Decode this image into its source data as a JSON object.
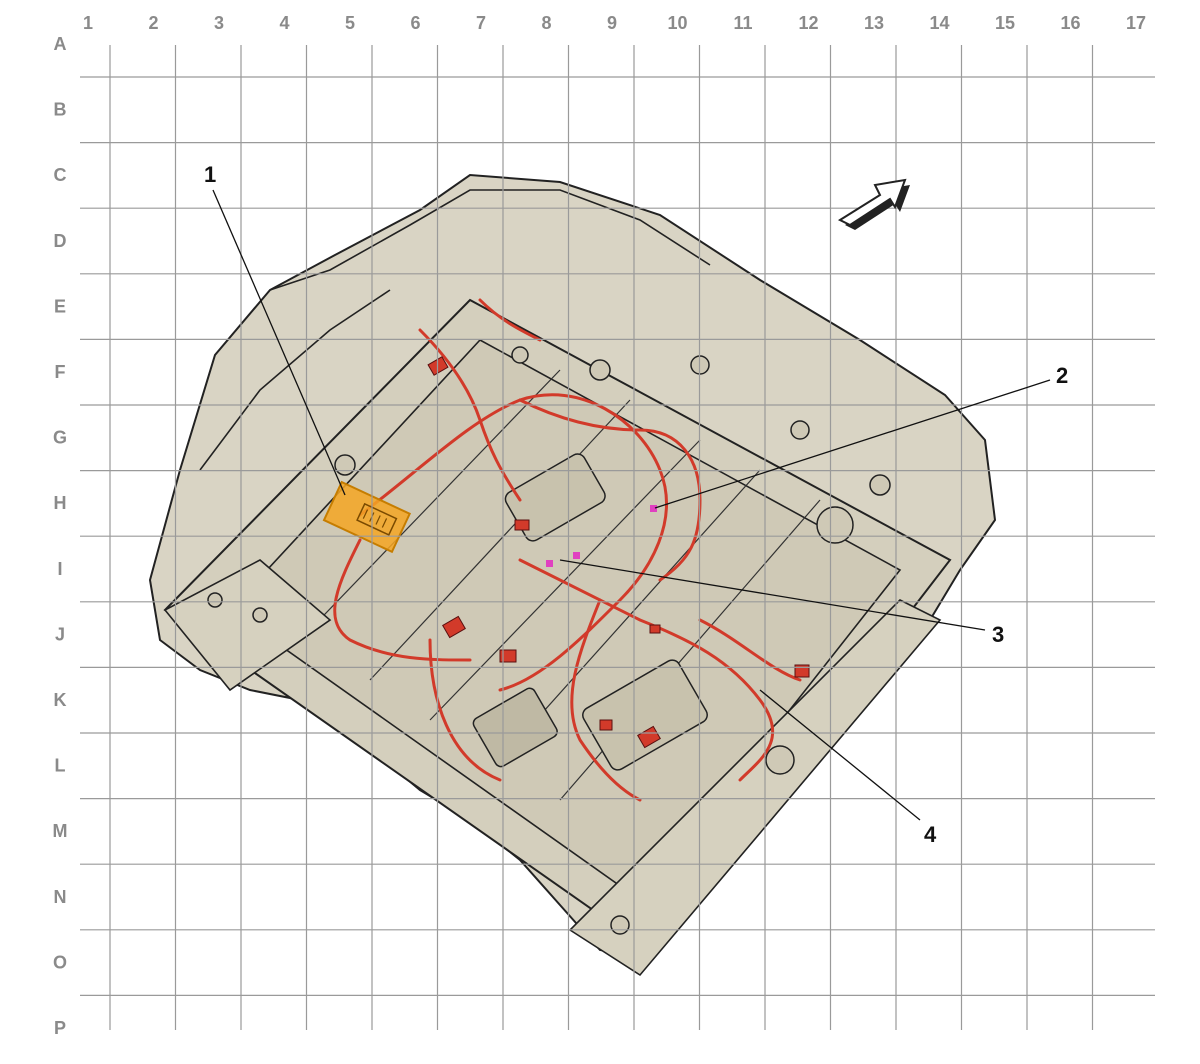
{
  "grid": {
    "columns": [
      "1",
      "2",
      "3",
      "4",
      "5",
      "6",
      "7",
      "8",
      "9",
      "10",
      "11",
      "12",
      "13",
      "14",
      "15",
      "16",
      "17"
    ],
    "rows": [
      "A",
      "B",
      "C",
      "D",
      "E",
      "F",
      "G",
      "H",
      "I",
      "J",
      "K",
      "L",
      "M",
      "N",
      "O",
      "P"
    ]
  },
  "callouts": [
    {
      "id": "1",
      "label": "1"
    },
    {
      "id": "2",
      "label": "2"
    },
    {
      "id": "3",
      "label": "3"
    },
    {
      "id": "4",
      "label": "4"
    }
  ],
  "colors": {
    "seat_fill": "#d9d4c4",
    "outline": "#222222",
    "harness": "#d23a2a",
    "connector_highlight": "#f5a623",
    "pin_marker": "#e040c0",
    "grid": "#9a9a9a",
    "label_gray": "#8a8a8a"
  },
  "icons": {
    "direction_arrow": "forward-arrow-icon"
  }
}
